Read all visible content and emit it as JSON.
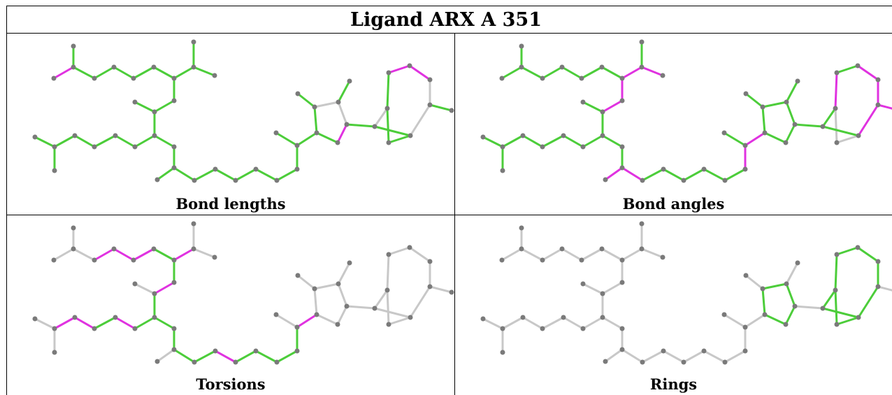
{
  "title": "Ligand ARX A 351",
  "panels": [
    {
      "id": "bond-lengths",
      "caption": "Bond lengths"
    },
    {
      "id": "bond-angles",
      "caption": "Bond angles"
    },
    {
      "id": "torsions",
      "caption": "Torsions"
    },
    {
      "id": "rings",
      "caption": "Rings"
    }
  ],
  "colors": {
    "good": "#4ccd3a",
    "outlier": "#e032e0",
    "neutral": "#c8c8c8",
    "atom": "#7a7a7a",
    "grid": "#000000"
  }
}
